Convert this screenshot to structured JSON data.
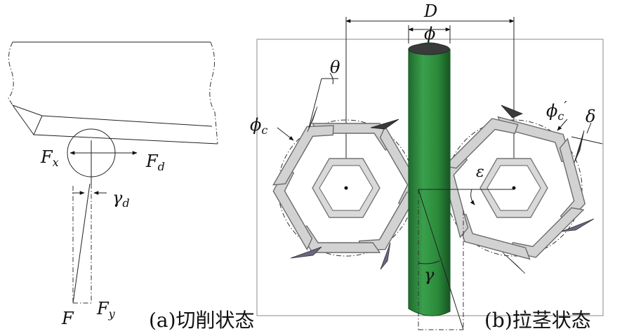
{
  "panel_a": {
    "caption": "(a)切削状态",
    "labels": {
      "Fx": {
        "main": "F",
        "sub": "x"
      },
      "Fd": {
        "main": "F",
        "sub": "d"
      },
      "gamma_d": {
        "main": "γ",
        "sub": "d"
      },
      "F": {
        "main": "F",
        "sub": ""
      },
      "Fy": {
        "main": "F",
        "sub": "y"
      }
    }
  },
  "panel_b": {
    "caption": "(b)拉茎状态",
    "labels": {
      "D": "D",
      "phi": "ϕ",
      "theta": "θ",
      "phi_c": {
        "main": "ϕ",
        "sub": "c"
      },
      "phi_c_prime": {
        "main": "ϕ",
        "sub": "c",
        "prime": "′"
      },
      "delta": "δ",
      "epsilon": "ε",
      "gamma": "γ"
    }
  },
  "colors": {
    "stem": "#2e8b3e",
    "stem_dark": "#1e5e28",
    "blade_fill": "#d2d2d2",
    "blade_edge": "#6b6b6b",
    "tip_dark": "#3a3a3a",
    "tip_violet": "#6c6480"
  }
}
